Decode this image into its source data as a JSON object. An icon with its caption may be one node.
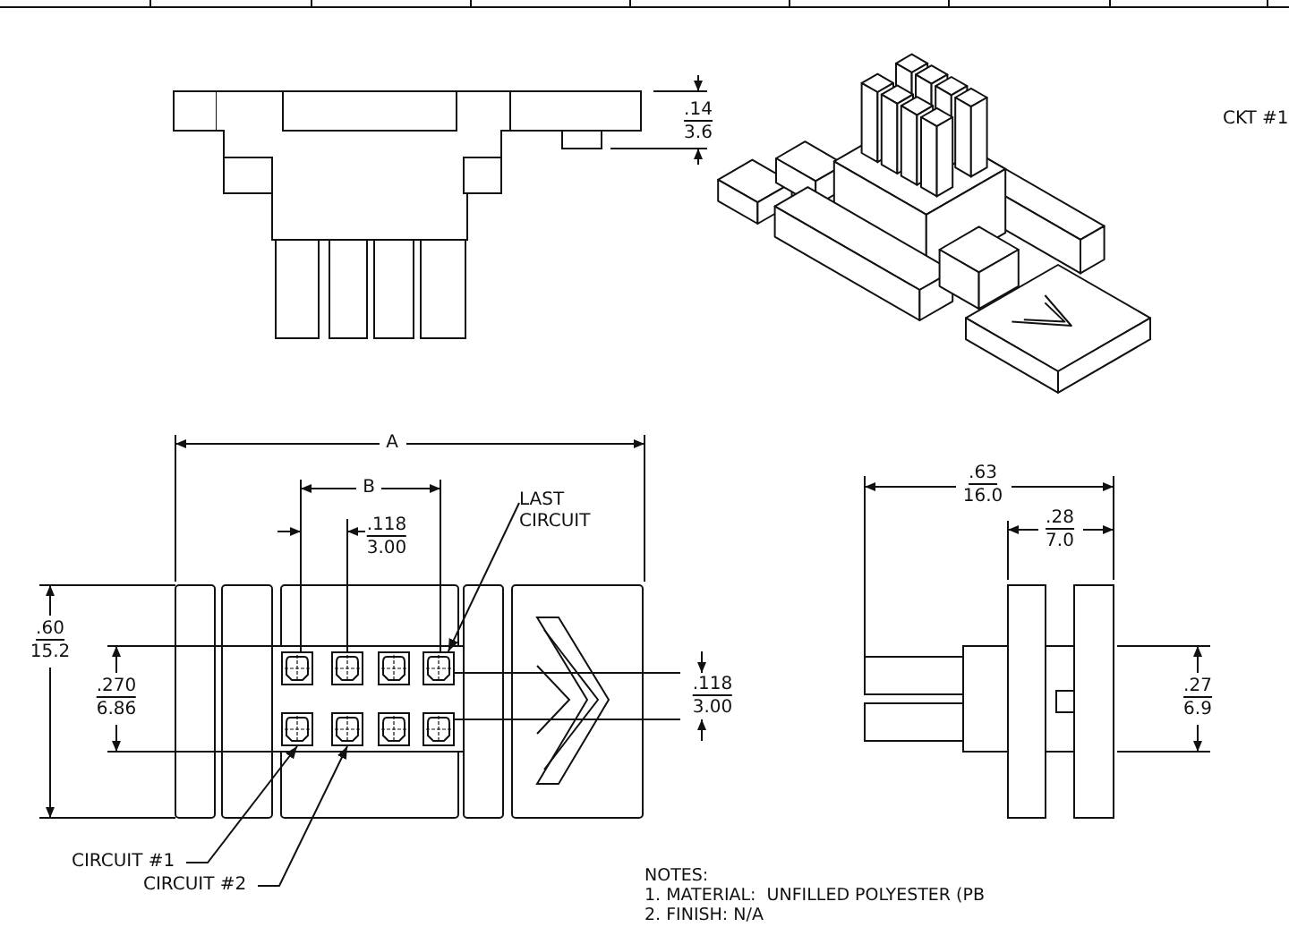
{
  "diagram": {
    "nodes": [
      {
        "text": [
          "LAST CIRCUIT"
        ]
      },
      {
        "text": [],
        "shape": "box"
      },
      {
        "text": [],
        "shape": "box"
      },
      {
        "text": [],
        "shape": "box"
      },
      {
        "text": [],
        "shape": "box"
      },
      {
        "text": [],
        "shape": "box"
      },
      {
        "text": [],
        "shape": "box"
      },
      {
        "text": [],
        "shape": "box"
      },
      {
        "text": [],
        "shape": "box"
      },
      {
        "text": [
          "CIRCUIT #1"
        ]
      },
      {
        "text": [
          "CIRCUIT #2"
        ]
      }
    ],
    "edges": [
      {
        "from": 0,
        "to": 4,
        "arrow": "to"
      },
      {
        "from": 9,
        "to": 5,
        "arrow": "to"
      },
      {
        "from": 10,
        "to": 6,
        "arrow": "to"
      }
    ],
    "labels": [
      ".14",
      "3.6",
      "CKT #1",
      "A",
      "B",
      ".118",
      "3.00",
      ".60",
      "15.2",
      ".270",
      "6.86",
      ".118",
      "3.00",
      ".63",
      "16.0",
      ".28",
      "7.0",
      ".27",
      "6.9",
      "NOTES:",
      "1. MATERIAL:  UNFILLED POLYESTER (PB",
      "2. FINISH: N/A"
    ]
  }
}
